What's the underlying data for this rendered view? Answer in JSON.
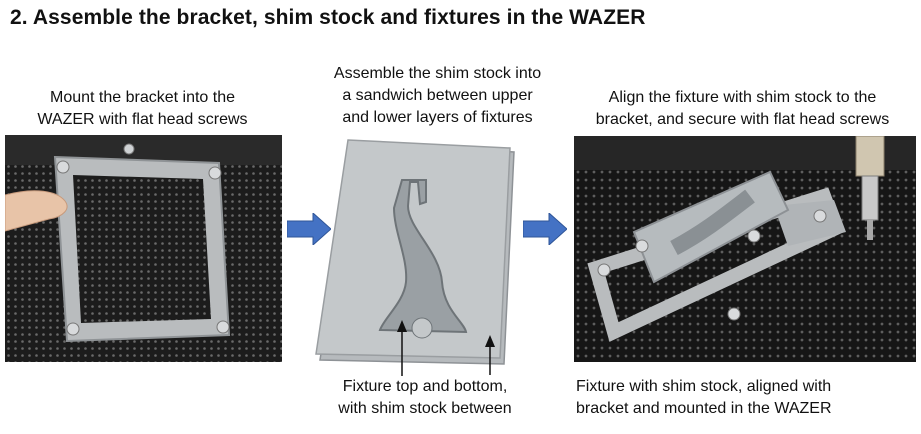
{
  "title": "2. Assemble the bracket, shim stock and fixtures in the WAZER",
  "steps": [
    {
      "caption": [
        "Mount the bracket into the",
        "WAZER with flat head screws"
      ]
    },
    {
      "caption": [
        "Assemble the shim stock into",
        "a sandwich between upper",
        "and lower layers of fixtures"
      ]
    },
    {
      "caption": [
        "Align the fixture with shim stock to the",
        "bracket, and secure with flat head screws"
      ]
    }
  ],
  "bottom_captions": {
    "middle": [
      "Fixture top and bottom,",
      "with shim stock between"
    ],
    "right": [
      "Fixture with shim stock, aligned with",
      "bracket and mounted in the WAZER"
    ]
  },
  "colors": {
    "arrow": "#4472C4",
    "text": "#111111"
  }
}
